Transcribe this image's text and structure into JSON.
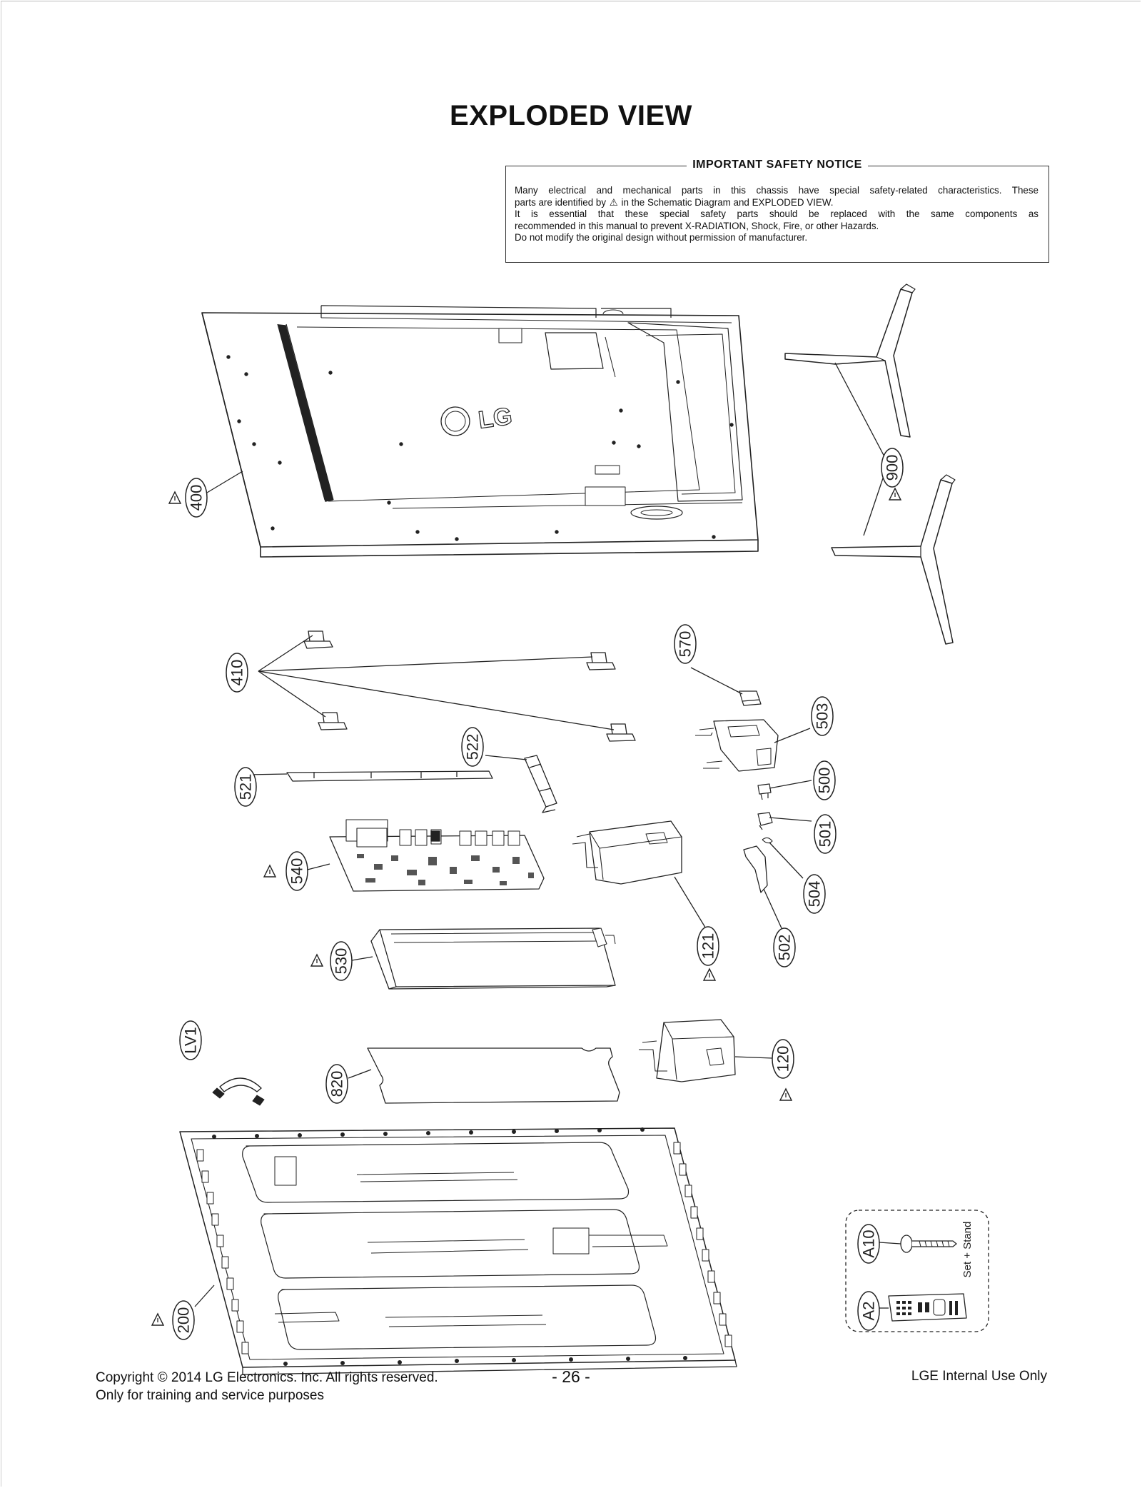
{
  "title": "EXPLODED VIEW",
  "notice": {
    "title": "IMPORTANT SAFETY NOTICE",
    "line1": "Many electrical and mechanical parts in this chassis have special safety-related characteristics. These",
    "line2a": "parts are identified by",
    "line2b": "in the Schematic Diagram and EXPLODED VIEW.",
    "line3": "It is essential that these special safety parts should be replaced with the same components as",
    "line4": "recommended in this manual to prevent X-RADIATION, Shock, Fire, or other Hazards.",
    "line5": "Do not modify the original design without permission of manufacturer.",
    "symbol": "⚠"
  },
  "parts": {
    "p400": "400",
    "p900": "900",
    "p410": "410",
    "p570": "570",
    "p503": "503",
    "p521": "521",
    "p522": "522",
    "p500": "500",
    "p501": "501",
    "p504": "504",
    "p540": "540",
    "p121": "121",
    "p502": "502",
    "p530": "530",
    "pLV1": "LV1",
    "p820": "820",
    "p120": "120",
    "p200": "200",
    "pA10": "A10",
    "pA2": "A2"
  },
  "accessory_label": "Set + Stand",
  "footer": {
    "copyright_line1": "Copyright  © 2014 LG Electronics. Inc. All rights reserved.",
    "copyright_line2": "Only for training and service purposes",
    "page_number": "- 26 -",
    "internal": "LGE Internal Use Only"
  }
}
